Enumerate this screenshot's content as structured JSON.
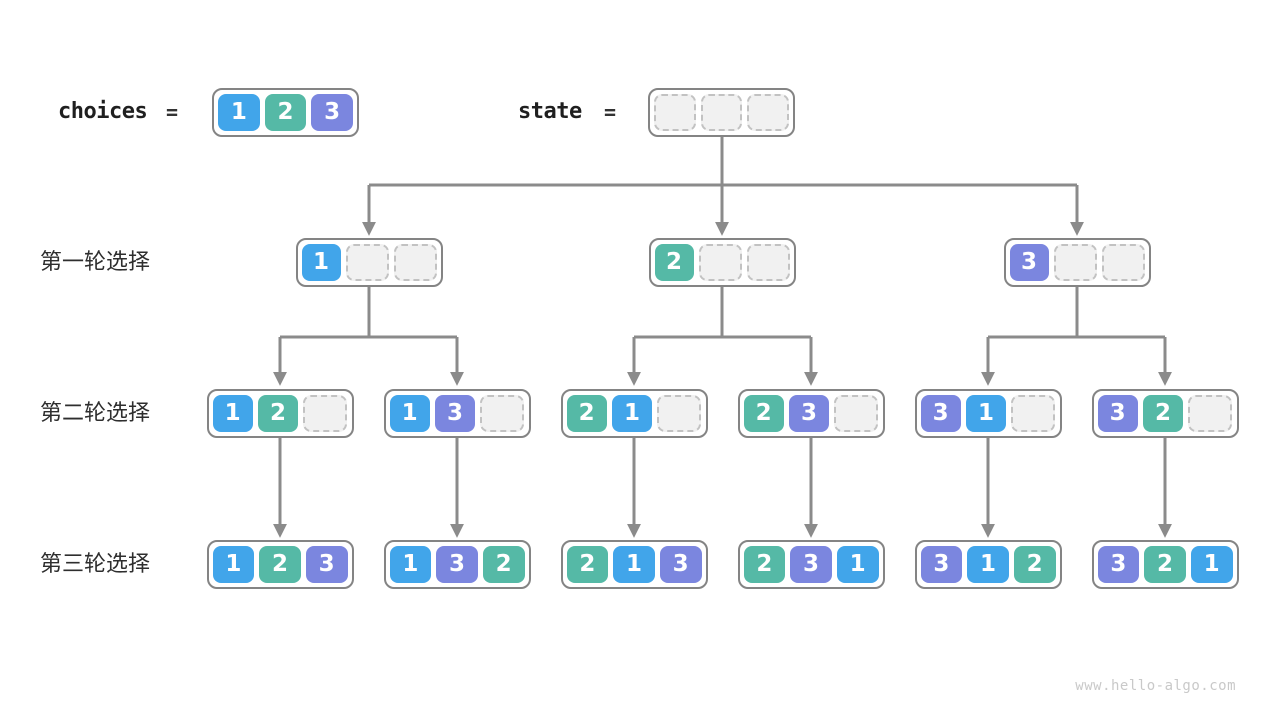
{
  "palette": {
    "1": "#41A5EA",
    "2": "#55B9A6",
    "3": "#7B86DF",
    "empty_fill": "#F1F1F1",
    "empty_border": "#C2C2C2",
    "box_border": "#848484",
    "arrow": "#8B8B8B"
  },
  "header": {
    "choices_label": "choices",
    "choices_eq": "=",
    "choices_cells": [
      "1",
      "2",
      "3"
    ],
    "state_label": "state",
    "state_eq": "=",
    "state_cells": [
      "",
      "",
      ""
    ]
  },
  "rounds": [
    {
      "label": "第一轮选择",
      "states": [
        [
          "1",
          "",
          ""
        ],
        [
          "2",
          "",
          ""
        ],
        [
          "3",
          "",
          ""
        ]
      ]
    },
    {
      "label": "第二轮选择",
      "states": [
        [
          "1",
          "2",
          ""
        ],
        [
          "1",
          "3",
          ""
        ],
        [
          "2",
          "1",
          ""
        ],
        [
          "2",
          "3",
          ""
        ],
        [
          "3",
          "1",
          ""
        ],
        [
          "3",
          "2",
          ""
        ]
      ]
    },
    {
      "label": "第三轮选择",
      "states": [
        [
          "1",
          "2",
          "3"
        ],
        [
          "1",
          "3",
          "2"
        ],
        [
          "2",
          "1",
          "3"
        ],
        [
          "2",
          "3",
          "1"
        ],
        [
          "3",
          "1",
          "2"
        ],
        [
          "3",
          "2",
          "1"
        ]
      ]
    }
  ],
  "watermark": "www.hello-algo.com"
}
